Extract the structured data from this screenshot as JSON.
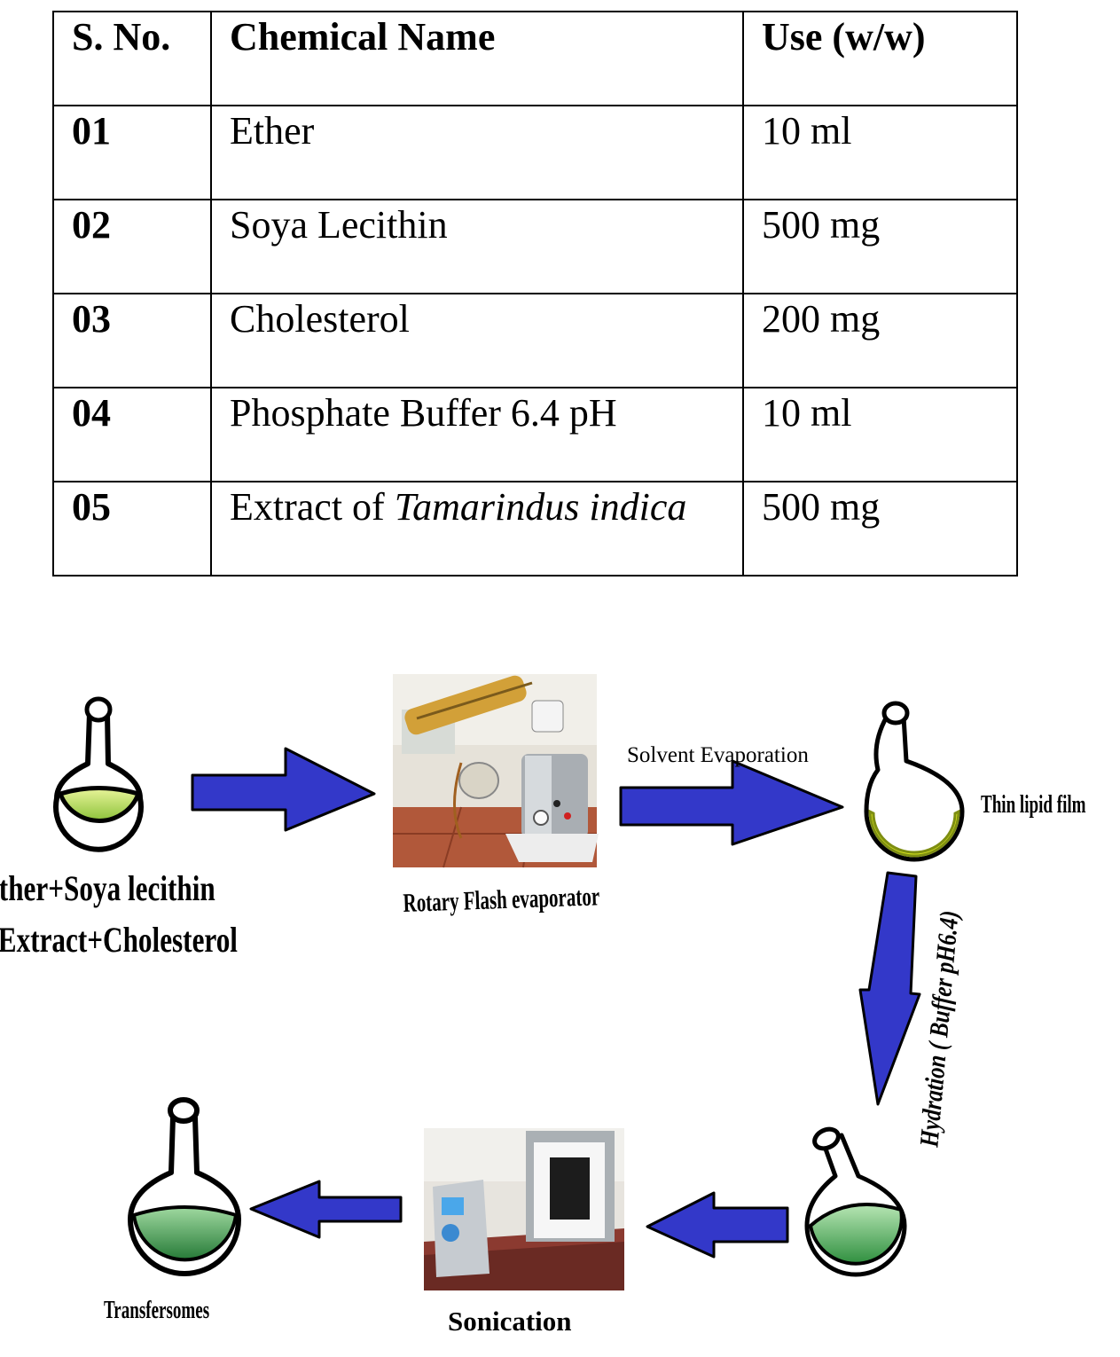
{
  "table": {
    "headers": [
      "S. No.",
      "Chemical Name",
      "Use (w/w)"
    ],
    "rows": [
      {
        "sno": "01",
        "name": "Ether",
        "name_italic": "",
        "use": "10 ml"
      },
      {
        "sno": "02",
        "name": "Soya Lecithin",
        "name_italic": "",
        "use": "500 mg"
      },
      {
        "sno": "03",
        "name": "Cholesterol",
        "name_italic": "",
        "use": "200 mg"
      },
      {
        "sno": "04",
        "name": "Phosphate Buffer 6.4 pH",
        "name_italic": "",
        "use": "10 ml"
      },
      {
        "sno": "05",
        "name": "Extract of ",
        "name_italic": "Tamarindus indica",
        "use": "500 mg"
      }
    ]
  },
  "diagram": {
    "start_label_line1": "Ether+Soya lecithin",
    "start_label_line2": "+Extract+Cholesterol",
    "evaporator_label": "Rotary Flash evaporator",
    "step1_label": "Solvent Evaporation",
    "film_label": "Thin lipid film",
    "step2_label": "Hydration ( Buffer pH6.4)",
    "sonication_label": "Sonication",
    "end_label": "Transfersomes",
    "colors": {
      "arrow": "#3338c9",
      "light_green": "#b9df3a",
      "film_yellow": "#d6e41c",
      "mint_green": "#5fb16e",
      "dark_green": "#2f8f3f"
    }
  }
}
